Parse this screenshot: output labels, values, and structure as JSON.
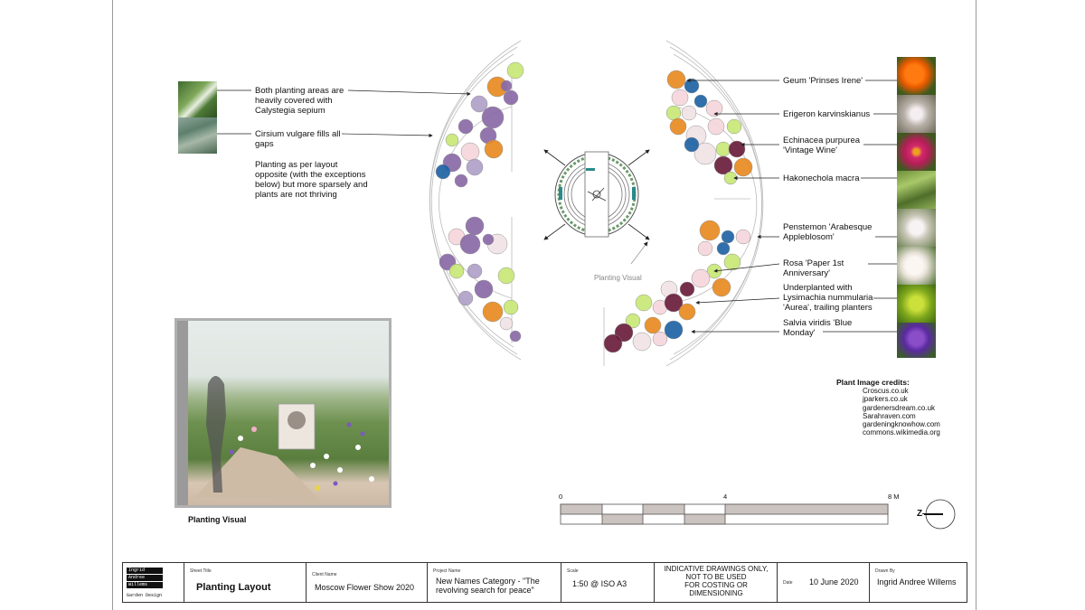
{
  "callouts_left": {
    "calystegia": "Both planting areas are\nheavily covered with\nCalystegia sepium",
    "cirsium": "Cirsium vulgare fills all\ngaps",
    "planting_note": "Planting as per layout\nopposite (with the exceptions\nbelow) but more sparsely and\nplants are not thriving"
  },
  "callouts_right": [
    "Geum 'Prinses Irene'",
    "Erigeron karvinskianus",
    "Echinacea purpurea\n'Vintage Wine'",
    "Hakonechola macra",
    "Penstemon 'Arabesque\nAppleblosom'",
    "Rosa 'Paper 1st\nAnniversary'",
    "Underplanted with\nLysimachia nummularia\n'Aurea', trailing planters",
    "Salvia viridis 'Blue\nMonday'"
  ],
  "planting_visual_plan_label": "Planting Visual",
  "planting_visual_caption": "Planting Visual",
  "credits": {
    "heading": "Plant Image credits:",
    "sources": [
      "Croscus.co.uk",
      "jparkers.co.uk",
      "gardenersdream.co.uk",
      "Sarahraven.com",
      "gardeningknowhow.com",
      "commons.wikimedia.org"
    ]
  },
  "scale_bar": {
    "labels": [
      "0",
      "4",
      "8 M"
    ]
  },
  "north_arrow_glyph": "Z—",
  "colors": {
    "geum": "#e88a22",
    "erigeron": "#f6d6dc",
    "echinacea": "#6a1e3c",
    "hakonechloa": "#c8e878",
    "penstemon": "#f1e3e6",
    "salvia": "#1f63a4",
    "purple_haze": "#8a6aa8",
    "lavender": "#b0a0c8"
  },
  "title_block": {
    "logo_lines": [
      "Ingrid",
      "Andree",
      "Willems"
    ],
    "logo_sub": "Garden Design",
    "sheet_title_label": "Sheet Title",
    "sheet_title": "Planting Layout",
    "client_label": "Client Name",
    "client": "Moscow Flower Show 2020",
    "project_label": "Project Name",
    "project": "New Names Category - \"The\nrevolving search for peace\"",
    "scale_label": "Scale",
    "scale": "1:50 @ ISO A3",
    "disclaimer": "INDICATIVE DRAWINGS ONLY,\nNOT TO BE USED\nFOR COSTING OR\nDIMENSIONING",
    "date_label": "Date",
    "date": "10 June 2020",
    "drawn_label": "Drawn By",
    "drawn": "Ingrid Andree Willems"
  }
}
